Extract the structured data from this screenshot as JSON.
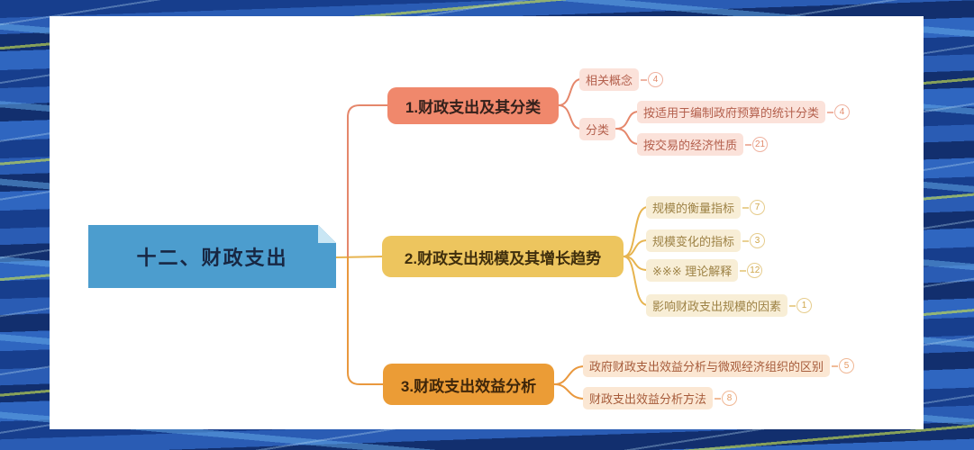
{
  "root": {
    "label": "十二、财政支出"
  },
  "branches": [
    {
      "label": "1.财政支出及其分类",
      "children": [
        {
          "label": "相关概念",
          "badge": "4"
        },
        {
          "label": "分类",
          "children": [
            {
              "label": "按适用于编制政府预算的统计分类",
              "badge": "4"
            },
            {
              "label": "按交易的经济性质",
              "badge": "21"
            }
          ]
        }
      ]
    },
    {
      "label": "2.财政支出规模及其增长趋势",
      "children": [
        {
          "label": "规模的衡量指标",
          "badge": "7"
        },
        {
          "label": "规模变化的指标",
          "badge": "3"
        },
        {
          "label": "※※※ 理论解释",
          "badge": "12"
        },
        {
          "label": "影响财政支出规模的因素",
          "badge": "1"
        }
      ]
    },
    {
      "label": "3.财政支出效益分析",
      "children": [
        {
          "label": "政府财政支出效益分析与微观经济组织的区别",
          "badge": "5"
        },
        {
          "label": "财政支出效益分析方法",
          "badge": "8"
        }
      ]
    }
  ],
  "colors": {
    "root_fill": "#4c9dce",
    "branch1_fill": "#f0886c",
    "branch2_fill": "#edc55e",
    "branch3_fill": "#eb9c36",
    "line_branch1": "#e5876b",
    "line_branch2": "#e7b44f",
    "line_branch3": "#e9983e",
    "background": "#2a5cb4",
    "canvas": "#ffffff"
  }
}
